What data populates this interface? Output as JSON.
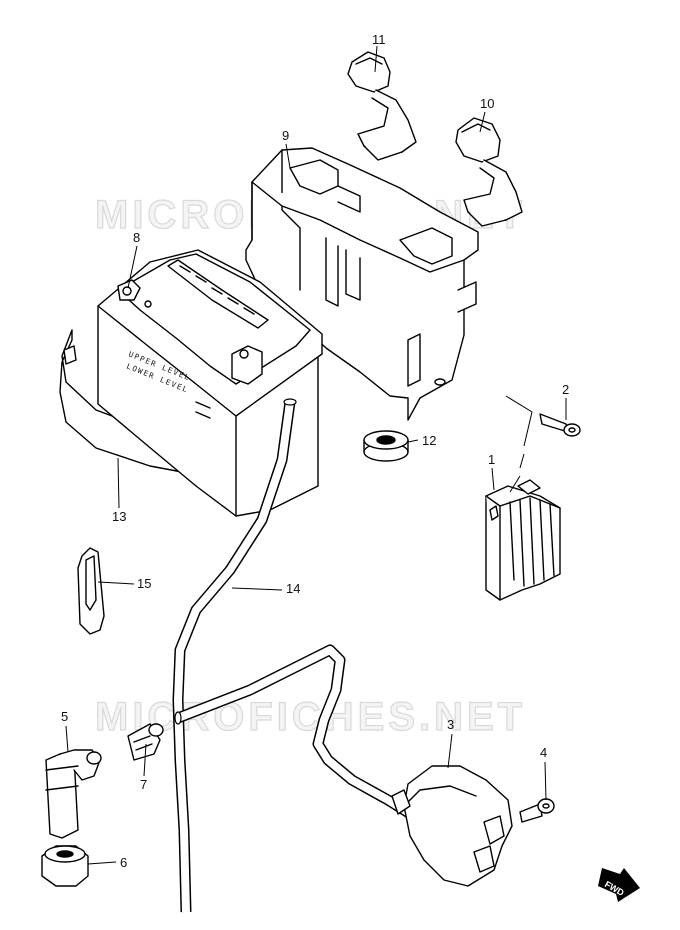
{
  "watermarks": [
    "MICROFICHES.NET",
    "MICROFICHES.NET"
  ],
  "battery_markings": {
    "upper": "UPPER LEVEL",
    "lower": "LOWER LEVEL"
  },
  "fwd_label": "FWD",
  "callouts": [
    {
      "key": "c1",
      "number": "1"
    },
    {
      "key": "c2",
      "number": "2"
    },
    {
      "key": "c3",
      "number": "3"
    },
    {
      "key": "c4",
      "number": "4"
    },
    {
      "key": "c5",
      "number": "5"
    },
    {
      "key": "c6",
      "number": "6"
    },
    {
      "key": "c7",
      "number": "7"
    },
    {
      "key": "c8",
      "number": "8"
    },
    {
      "key": "c9",
      "number": "9"
    },
    {
      "key": "c10",
      "number": "10"
    },
    {
      "key": "c11",
      "number": "11"
    },
    {
      "key": "c12",
      "number": "12"
    },
    {
      "key": "c13",
      "number": "13"
    },
    {
      "key": "c14",
      "number": "14"
    },
    {
      "key": "c15",
      "number": "15"
    }
  ]
}
